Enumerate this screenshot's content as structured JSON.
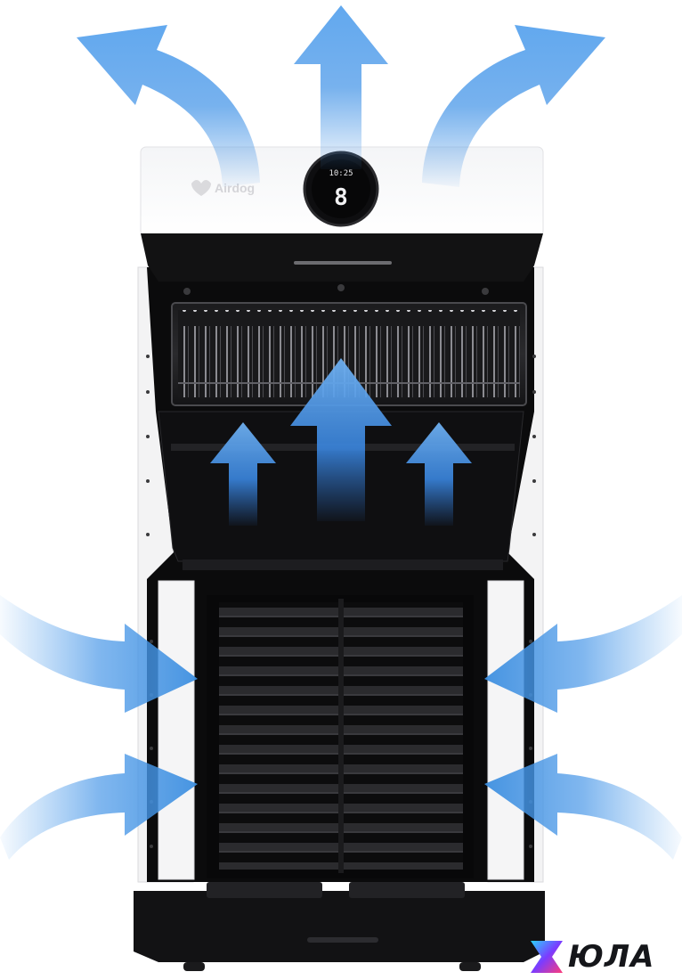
{
  "device": {
    "brand": "Airdog",
    "display_time": "10:25",
    "display_digit": "8"
  },
  "watermark": {
    "text": "ЮЛА",
    "logo_colors": [
      "#29d3ff",
      "#7b3cff",
      "#ff3c78"
    ]
  },
  "colors": {
    "arrow": "#3d8fe0",
    "housing": "#ffffff",
    "interior": "#0b0b0c"
  }
}
